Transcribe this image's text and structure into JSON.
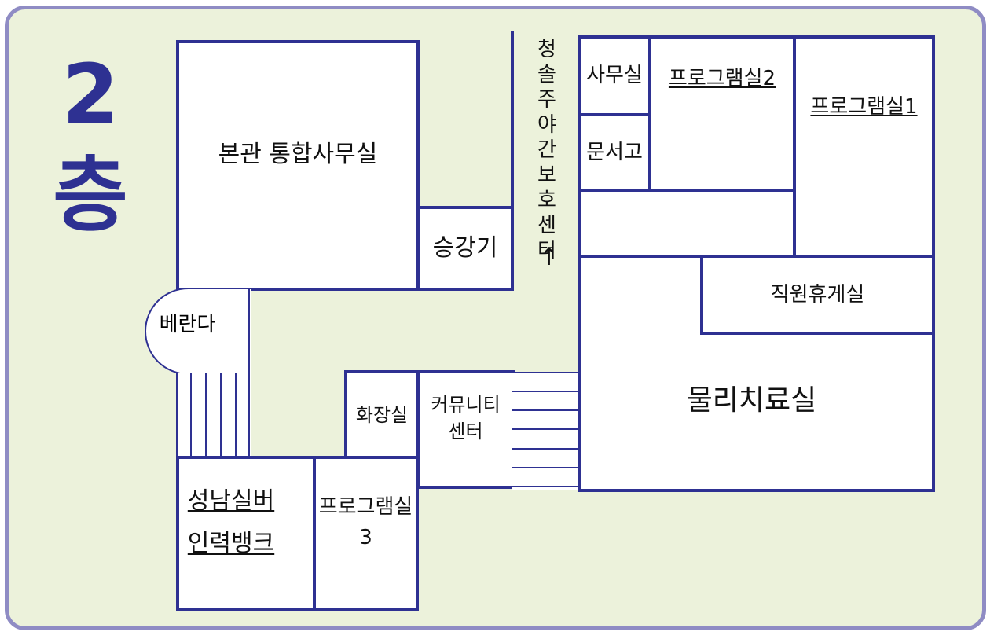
{
  "floor": {
    "number": "2",
    "suffix": "층"
  },
  "rooms": {
    "main_office": "본관  통합사무실",
    "elevator": "승강기",
    "balcony": "베란다",
    "office": "사무실",
    "archive": "문서고",
    "program_room_2": "프로그램실2",
    "program_room_1": "프로그램실1",
    "staff_lounge": "직원휴게실",
    "physio_room": "물리치료실",
    "restroom": "화장실",
    "community_center": "커뮤니티\n센터",
    "silver_bank": "성남실버\n인력뱅크",
    "program_room_3": "프로그램실\n3"
  },
  "direction": {
    "label": "청솔주야간보호센터",
    "arrow": "↑"
  },
  "colors": {
    "wall": "#2e3192",
    "floor_bg": "#ecf2db",
    "frame": "#8f8cc4",
    "room_fill": "#ffffff"
  }
}
